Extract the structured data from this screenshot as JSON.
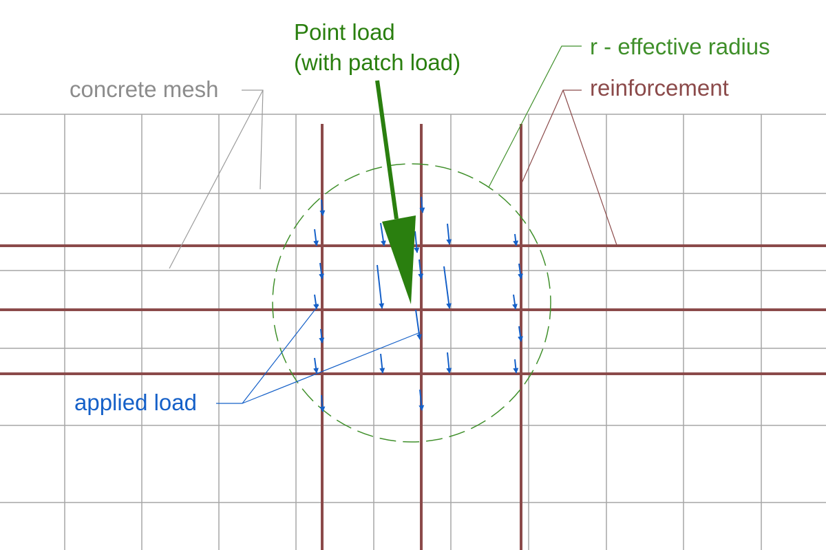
{
  "labels": {
    "point_load_line1": "Point load",
    "point_load_line2": "(with patch load)",
    "effective_radius": "r - effective radius",
    "reinforcement": "reinforcement",
    "concrete_mesh": "concrete mesh",
    "applied_load": "applied load"
  },
  "colors": {
    "mesh": "#a6a6a6",
    "mesh_label": "#8c8c8c",
    "reinforcement": "#8b4a4a",
    "point_load": "#2a7f0f",
    "radius": "#3f8f2a",
    "applied_load": "#1560c8"
  }
}
